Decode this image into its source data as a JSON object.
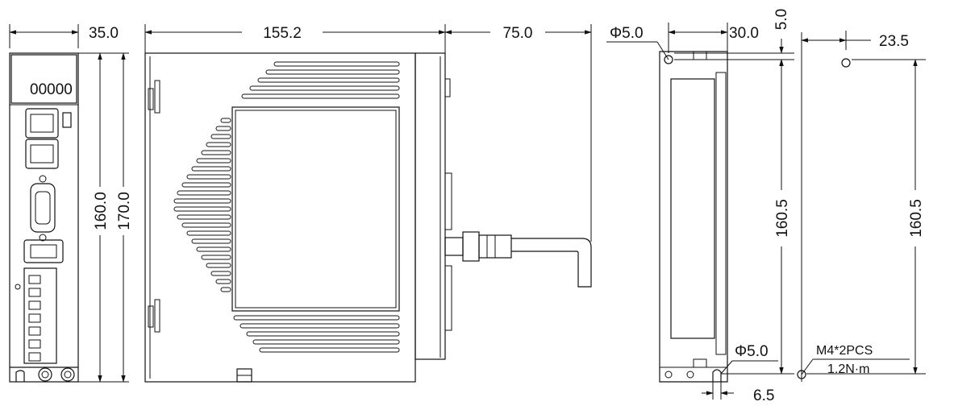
{
  "front_view": {
    "width_dim": "35.0",
    "height_inner_dim": "160.0",
    "height_outer_dim": "170.0",
    "display_text": "00000"
  },
  "side_view": {
    "depth_dim": "155.2",
    "cable_dim": "75.0"
  },
  "mount_view": {
    "hole_top_label": "Φ5.0",
    "width_dim": "30.0",
    "top_offset_dim": "5.0",
    "height_dim": "160.5",
    "hole_bottom_label": "Φ5.0",
    "slot_dim": "6.5"
  },
  "hole_pattern": {
    "offset_dim": "23.5",
    "height_dim": "160.5",
    "screw_spec": "M4*2PCS",
    "torque_spec": "1.2N·m"
  }
}
